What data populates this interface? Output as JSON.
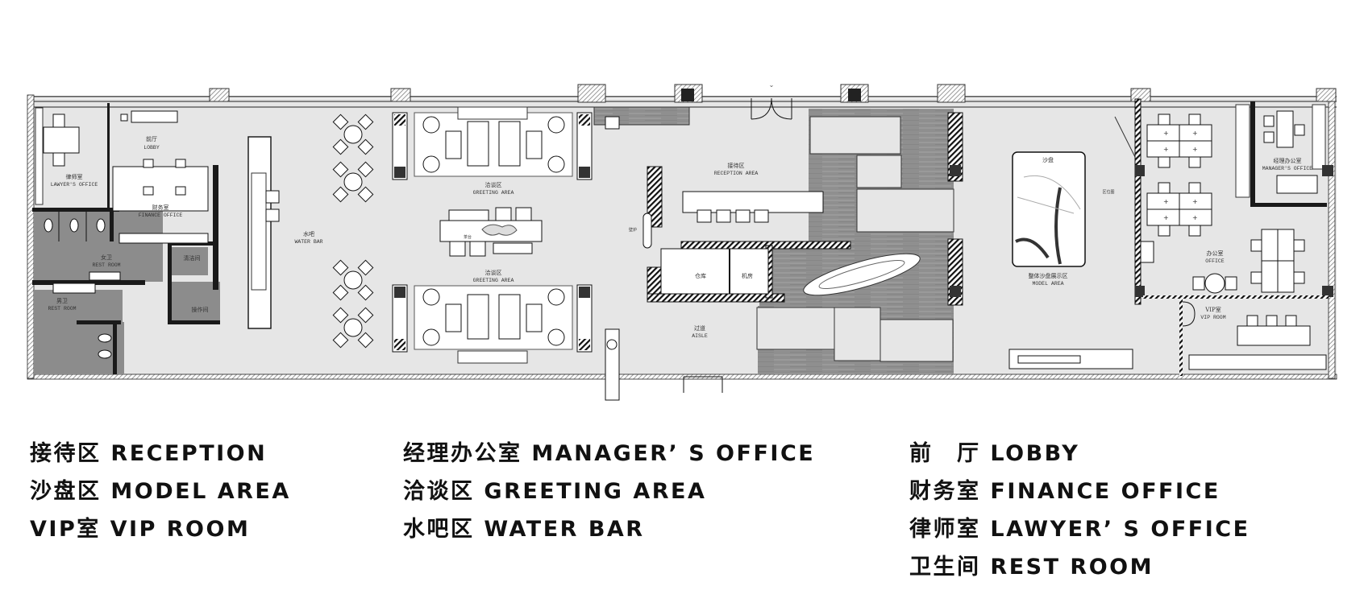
{
  "floor_plan": {
    "rooms": [
      {
        "id": "lawyer",
        "cn": "律师室",
        "en": "LAWYER'S OFFICE"
      },
      {
        "id": "lobby",
        "cn": "前厅",
        "en": "LOBBY"
      },
      {
        "id": "finance",
        "cn": "财务室",
        "en": "FINANCE OFFICE"
      },
      {
        "id": "restroom_f",
        "cn": "女卫",
        "en": "REST ROOM"
      },
      {
        "id": "restroom_m",
        "cn": "男卫",
        "en": "REST ROOM"
      },
      {
        "id": "cleaning",
        "cn": "清洁间",
        "en": ""
      },
      {
        "id": "operation",
        "cn": "操作间",
        "en": ""
      },
      {
        "id": "water_bar",
        "cn": "水吧",
        "en": "WATER BAR"
      },
      {
        "id": "greeting_top",
        "cn": "洽谈区",
        "en": "GREETING AREA"
      },
      {
        "id": "greeting_bottom",
        "cn": "洽谈区",
        "en": "GREETING AREA"
      },
      {
        "id": "tea_table",
        "cn": "茶台",
        "en": ""
      },
      {
        "id": "reception",
        "cn": "接待区",
        "en": "RECEPTION AREA"
      },
      {
        "id": "fireplace",
        "cn": "壁炉",
        "en": ""
      },
      {
        "id": "storage",
        "cn": "仓库",
        "en": ""
      },
      {
        "id": "machine_room",
        "cn": "机房",
        "en": ""
      },
      {
        "id": "aisle",
        "cn": "过道",
        "en": "AISLE"
      },
      {
        "id": "sand_table",
        "cn": "沙盘",
        "en": ""
      },
      {
        "id": "model_area",
        "cn": "整体沙盘展示区",
        "en": "MODEL AREA"
      },
      {
        "id": "zone_map",
        "cn": "区位图",
        "en": ""
      },
      {
        "id": "office",
        "cn": "办公室",
        "en": "OFFICE"
      },
      {
        "id": "vip",
        "cn": "VIP室",
        "en": "VIP ROOM"
      },
      {
        "id": "manager",
        "cn": "经理办公室",
        "en": "MANAGER'S OFFICE"
      }
    ]
  },
  "legend": {
    "columns": [
      [
        {
          "cn": "接待区",
          "en": "RECEPTION"
        },
        {
          "cn": "沙盘区",
          "en": "MODEL AREA"
        },
        {
          "cn": "VIP室",
          "en": "VIP ROOM"
        }
      ],
      [
        {
          "cn": "经理办公室",
          "en": "MANAGER’ S OFFICE"
        },
        {
          "cn": "洽谈区",
          "en": "GREETING AREA"
        },
        {
          "cn": "水吧区",
          "en": "WATER BAR"
        }
      ],
      [
        {
          "cn": "前　厅",
          "en": "LOBBY"
        },
        {
          "cn": "财务室",
          "en": "FINANCE OFFICE"
        },
        {
          "cn": "律师室",
          "en": "LAWYER’ S OFFICE"
        },
        {
          "cn": "卫生间",
          "en": "REST ROOM"
        }
      ]
    ]
  },
  "colors": {
    "floor": "#e6e6e6",
    "restroom": "#8c8c8c",
    "wood": "#9a9a9a",
    "wall": "#1a1a1a",
    "furniture": "#ffffff"
  }
}
